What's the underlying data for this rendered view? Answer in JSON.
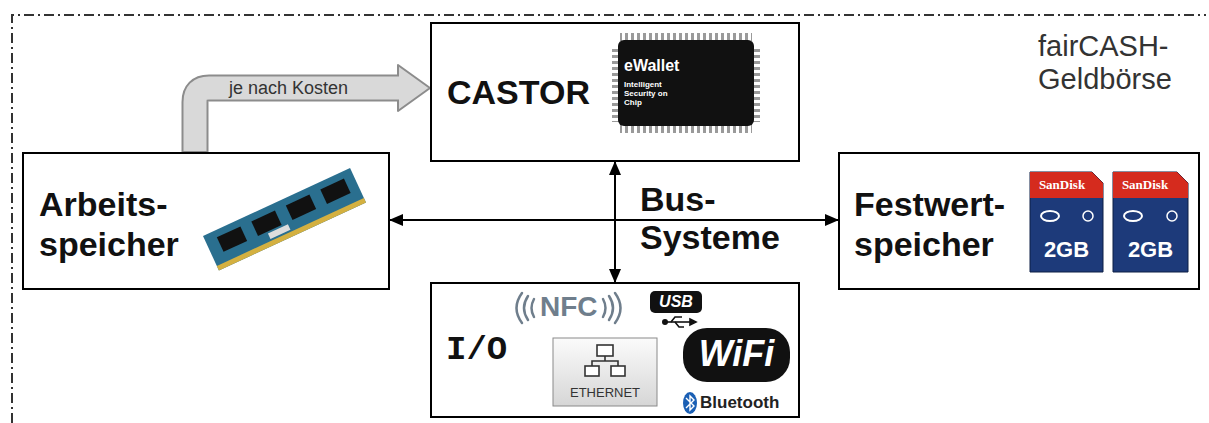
{
  "diagram": {
    "nodes": [
      {
        "text": [
          "fairCASH- Geldbörse"
        ]
      },
      {
        "text": [
          "CASTOR"
        ],
        "in": 0
      },
      {
        "text": [
          "Arbeits- speicher"
        ],
        "in": 0
      },
      {
        "text": [
          "Festwert- speicher"
        ],
        "in": 0
      },
      {
        "text": [
          "I/O"
        ],
        "in": 0
      }
    ],
    "edges": [
      {
        "from": 2,
        "to": 1,
        "label": "je nach Kosten",
        "arrow": "to"
      },
      {
        "from": 2,
        "to": 3,
        "arrow": "both"
      },
      {
        "from": 1,
        "to": 4,
        "arrow": "both"
      }
    ],
    "labels": [
      "eWallet",
      "Intelligent Security on Chip",
      "Bus- Systeme",
      "NFC",
      "USB",
      "ETHERNET",
      "WiFi",
      "Bluetooth",
      "SanDisk",
      "2GB",
      "SanDisk",
      "2GB"
    ]
  }
}
